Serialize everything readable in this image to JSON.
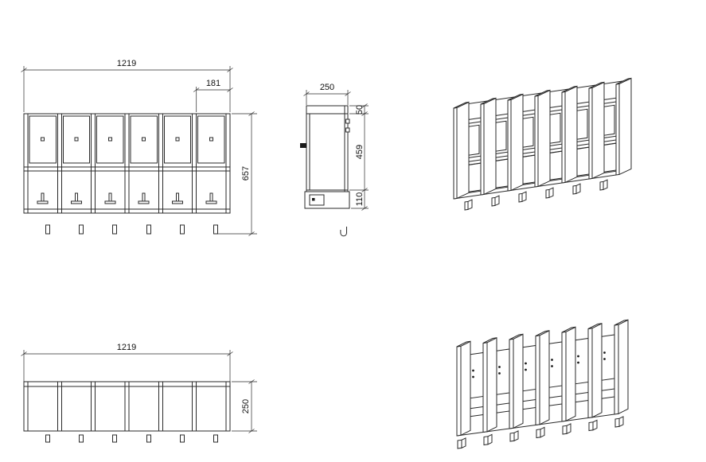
{
  "page": {
    "background": "#ffffff",
    "line_color": "#2a2a2a",
    "text_color": "#111111"
  },
  "views": {
    "front": {
      "dim_width": "1219",
      "dim_compartment": "181",
      "dim_height": "657"
    },
    "side": {
      "dim_depth": "250",
      "dim_top": "50",
      "dim_mid": "459",
      "dim_base": "110"
    },
    "plan": {
      "dim_width": "1219",
      "dim_height": "250"
    }
  }
}
